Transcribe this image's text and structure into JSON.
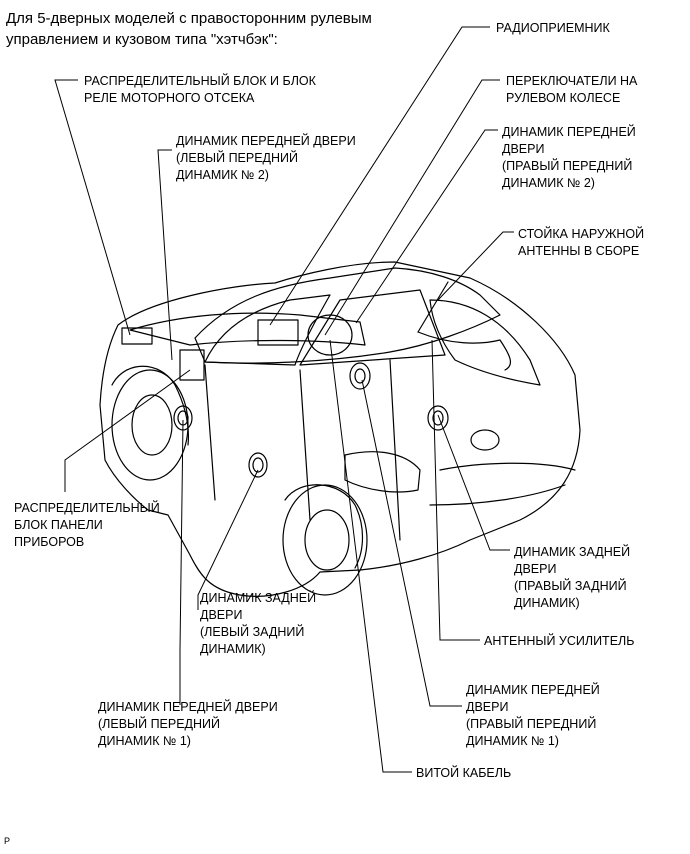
{
  "header": "Для 5-дверных моделей с правосторонним рулевым управлением и кузовом типа \"хэтчбэк\":",
  "labels": {
    "radio": "РАДИОПРИЕМНИК",
    "engine_relay_block": "РАСПРЕДЕЛИТЕЛЬНЫЙ БЛОК И БЛОК\nРЕЛЕ МОТОРНОГО ОТСЕКА",
    "steering_switches": "ПЕРЕКЛЮЧАТЕЛИ НА\nРУЛЕВОМ КОЛЕСЕ",
    "front_door_speaker_l2": "ДИНАМИК ПЕРЕДНЕЙ ДВЕРИ\n(ЛЕВЫЙ ПЕРЕДНИЙ\nДИНАМИК № 2)",
    "front_door_speaker_r2": "ДИНАМИК ПЕРЕДНЕЙ\nДВЕРИ\n(ПРАВЫЙ ПЕРЕДНИЙ\nДИНАМИК № 2)",
    "antenna_pole": "СТОЙКА НАРУЖНОЙ\nАНТЕННЫ В СБОРЕ",
    "instrument_panel_block": "РАСПРЕДЕЛИТЕЛЬНЫЙ\nБЛОК ПАНЕЛИ\nПРИБОРОВ",
    "rear_door_speaker_r": "ДИНАМИК ЗАДНЕЙ\nДВЕРИ\n(ПРАВЫЙ ЗАДНИЙ\nДИНАМИК)",
    "rear_door_speaker_l": "ДИНАМИК ЗАДНЕЙ\nДВЕРИ\n(ЛЕВЫЙ ЗАДНИЙ\nДИНАМИК)",
    "antenna_amplifier": "АНТЕННЫЙ УСИЛИТЕЛЬ",
    "front_door_speaker_l1": "ДИНАМИК ПЕРЕДНЕЙ ДВЕРИ\n(ЛЕВЫЙ ПЕРЕДНИЙ\nДИНАМИК № 1)",
    "front_door_speaker_r1": "ДИНАМИК ПЕРЕДНЕЙ\nДВЕРИ\n(ПРАВЫЙ ПЕРЕДНИЙ\nДИНАМИК № 1)",
    "spiral_cable": "ВИТОЙ КАБЕЛЬ"
  },
  "figure_code": "P"
}
